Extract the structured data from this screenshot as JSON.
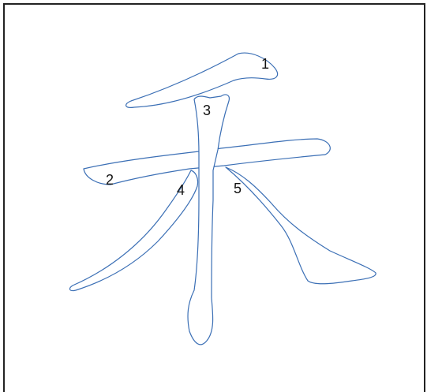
{
  "diagram": {
    "character": "禾",
    "outline_color": "#3b6fb5",
    "stroke_order_labels": [
      "1",
      "2",
      "3",
      "4",
      "5"
    ]
  }
}
